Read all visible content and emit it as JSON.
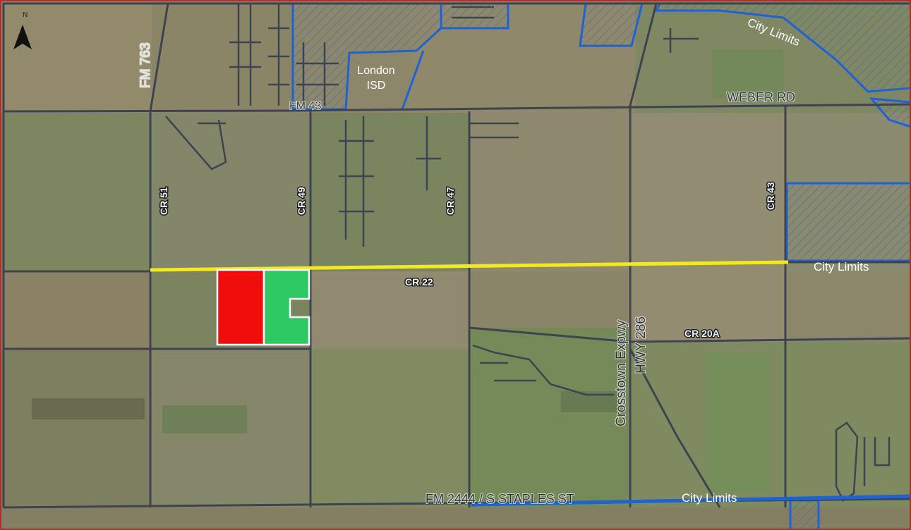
{
  "map": {
    "north_label": "N",
    "colors": {
      "road": "#3d4450",
      "city_limits": "#1f62d6",
      "highlight_road": "#f2ea1f",
      "parcel_red": "#f20d0d",
      "parcel_green": "#2ec865",
      "frame": "#a83232"
    },
    "roads": {
      "fm763": "FM 763",
      "fm43": "FM 43",
      "weber": "WEBER RD",
      "cr51": "CR 51",
      "cr49": "CR 49",
      "cr47": "CR 47",
      "cr43": "CR 43",
      "cr22": "CR 22",
      "cr20a": "CR 20A",
      "crosstown": "Crosstown Expwy",
      "hwy286": "HWY 286",
      "fm2444": "FM 2444 / S STAPLES ST"
    },
    "places": {
      "london_isd_line1": "London",
      "london_isd_line2": "ISD"
    },
    "city_limits": {
      "top": "City Limits",
      "right": "City Limits",
      "bottom": "City Limits"
    }
  }
}
